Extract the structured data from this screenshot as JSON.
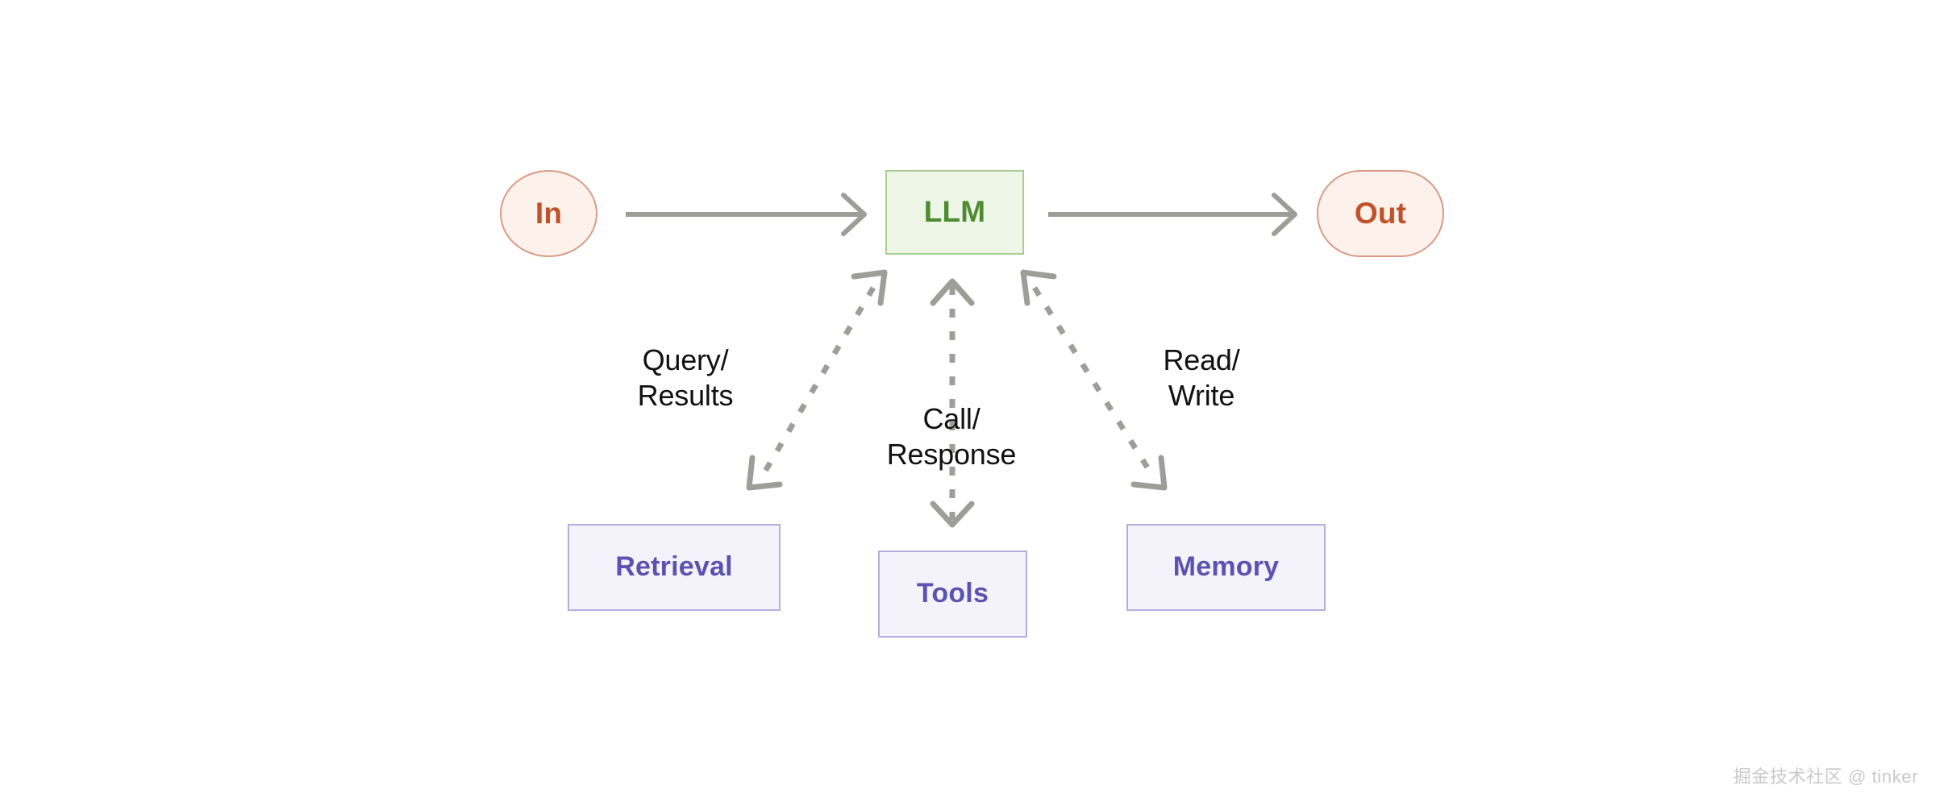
{
  "diagram": {
    "title": "LLM agent architecture",
    "background_color": "#ffffff",
    "nodes": {
      "input": {
        "label": "In",
        "shape": "circle",
        "fill": "#fdf1ec",
        "stroke": "#d99b85",
        "text_color": "#c0522a"
      },
      "llm": {
        "label": "LLM",
        "shape": "rect",
        "fill": "#eef6e8",
        "stroke": "#a8cf96",
        "text_color": "#4f8c31"
      },
      "output": {
        "label": "Out",
        "shape": "stadium",
        "fill": "#fdf1ec",
        "stroke": "#d99b85",
        "text_color": "#c0522a"
      },
      "retrieval": {
        "label": "Retrieval",
        "shape": "rect",
        "fill": "#f4f3fb",
        "stroke": "#b2aee0",
        "text_color": "#5c52b0"
      },
      "tools": {
        "label": "Tools",
        "shape": "rect",
        "fill": "#f4f3fb",
        "stroke": "#b2aee0",
        "text_color": "#5c52b0"
      },
      "memory": {
        "label": "Memory",
        "shape": "rect",
        "fill": "#f4f3fb",
        "stroke": "#b2aee0",
        "text_color": "#5c52b0"
      }
    },
    "edges": {
      "in_to_llm": {
        "label": "",
        "style": "solid",
        "direction": "forward",
        "color": "#9e9e99"
      },
      "llm_to_out": {
        "label": "",
        "style": "solid",
        "direction": "forward",
        "color": "#9e9e99"
      },
      "llm_retrieval": {
        "label": "Query/\nResults",
        "style": "dashed",
        "direction": "both",
        "color": "#9e9e99"
      },
      "llm_tools": {
        "label": "Call/\nResponse",
        "style": "dashed",
        "direction": "both",
        "color": "#9e9e99"
      },
      "llm_memory": {
        "label": "Read/\nWrite",
        "style": "dashed",
        "direction": "both",
        "color": "#9e9e99"
      }
    }
  },
  "watermark": {
    "text": "掘金技术社区 @ tinker",
    "color": "#c9c9c9"
  }
}
